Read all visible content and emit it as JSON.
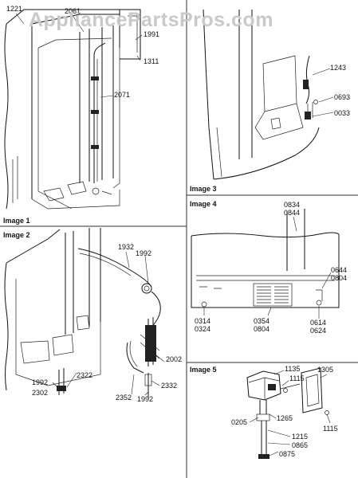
{
  "watermark": "AppliancePartsPros.com",
  "panels": {
    "image1": {
      "caption": "Image 1",
      "labels": [
        "1221",
        "2061",
        "1991",
        "1311",
        "2071"
      ]
    },
    "image2": {
      "caption": "Image 2",
      "labels": [
        "1932",
        "1992",
        "2002",
        "2332",
        "1992",
        "2352",
        "2322",
        "1992",
        "2302"
      ]
    },
    "image3": {
      "caption": "Image 3",
      "labels": [
        "1243",
        "0693",
        "0033"
      ]
    },
    "image4": {
      "caption": "Image 4",
      "labels": [
        "0834",
        "0844",
        "0644",
        "0804",
        "0314",
        "0324",
        "0354",
        "0804",
        "0614",
        "0624"
      ]
    },
    "image5": {
      "caption": "Image 5",
      "labels": [
        "1135",
        "1115",
        "1305",
        "1115",
        "0205",
        "1265",
        "1215",
        "0865",
        "0875"
      ]
    }
  }
}
